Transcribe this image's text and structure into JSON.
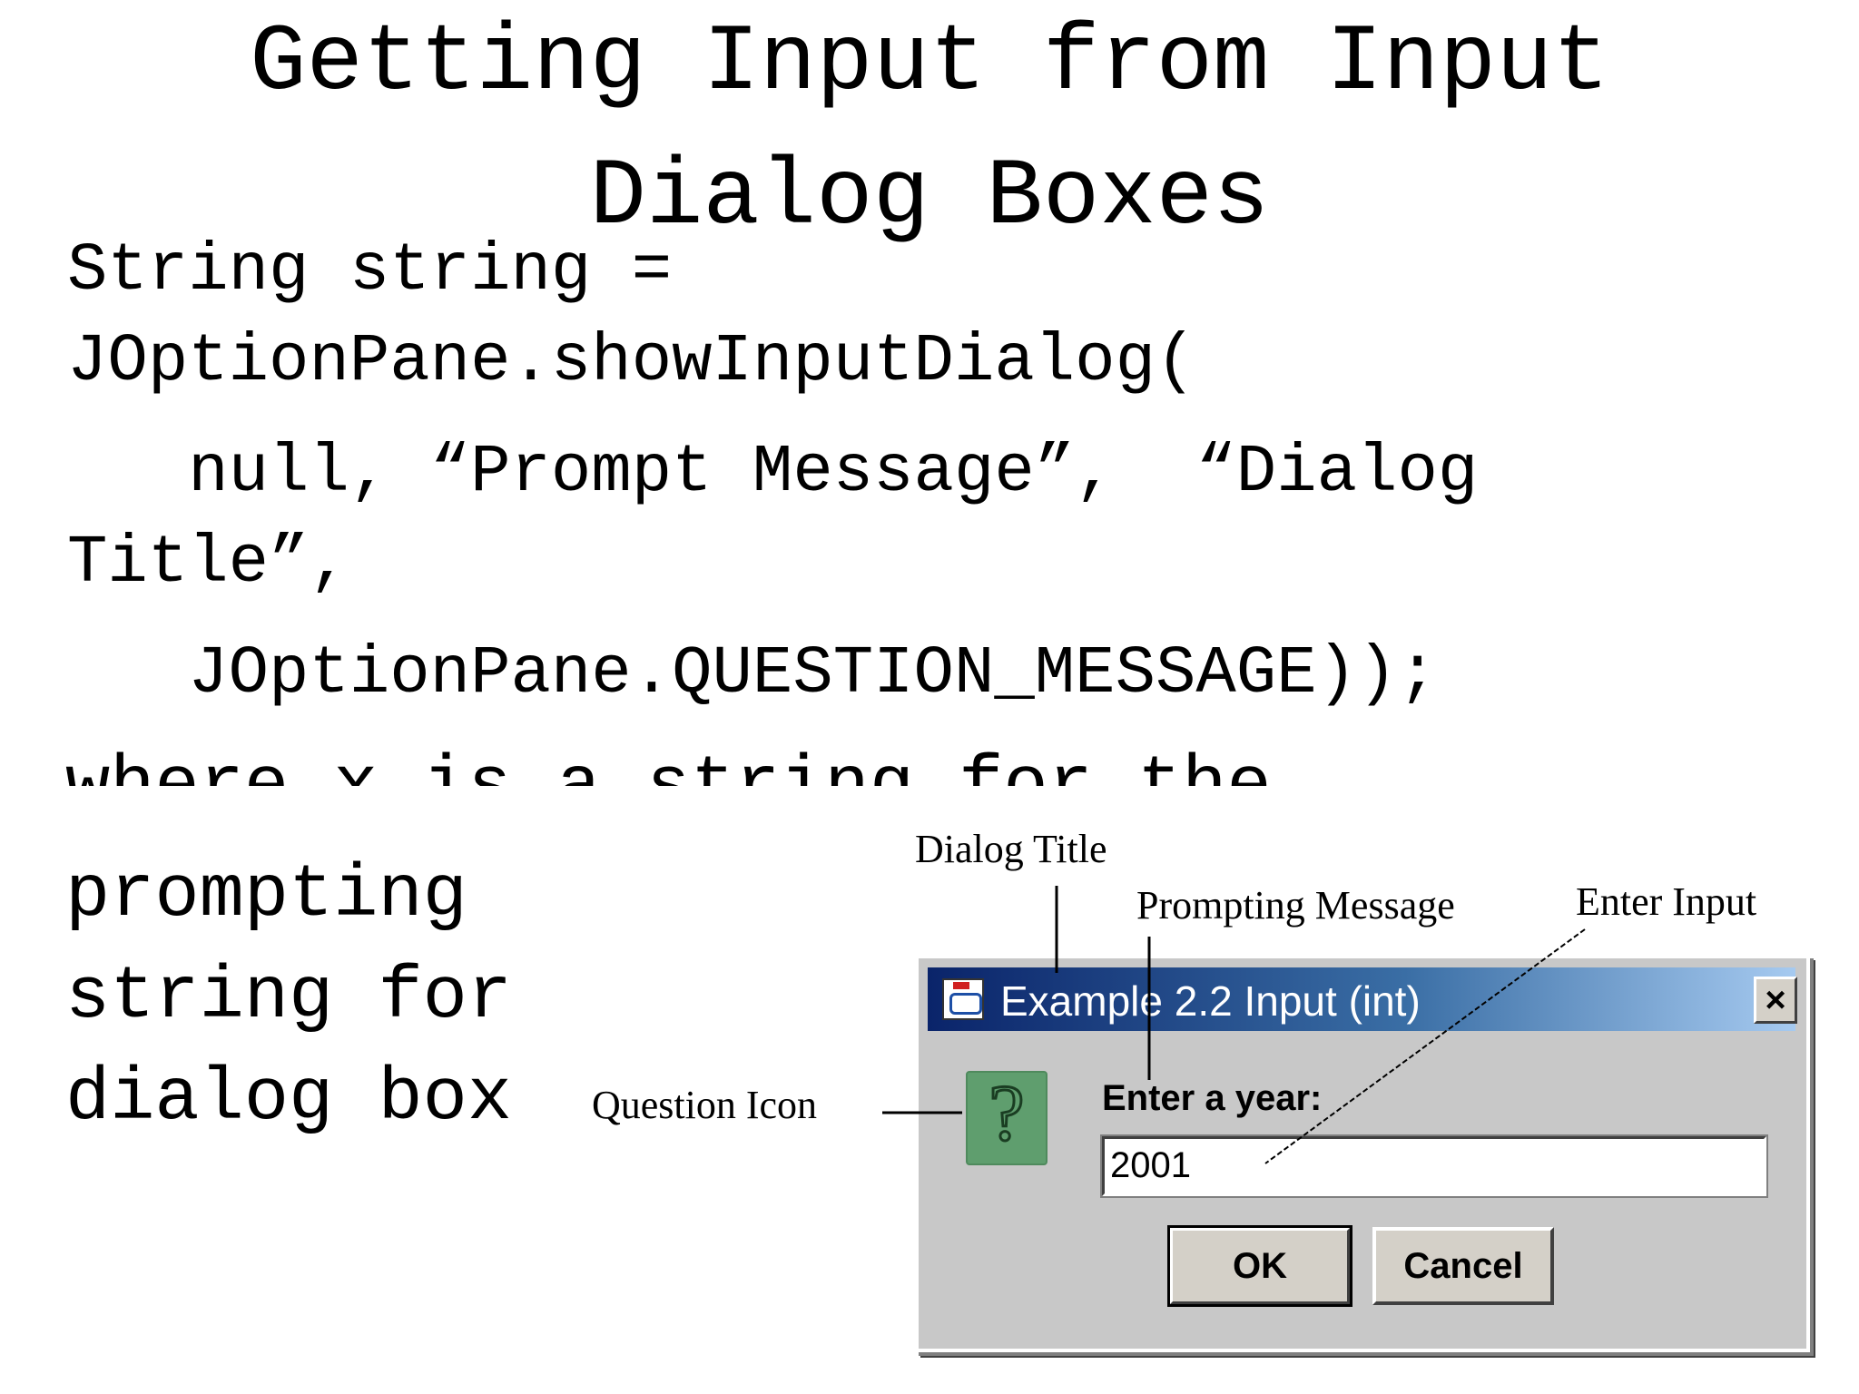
{
  "slide": {
    "title_line1": "Getting Input from Input",
    "title_line2": "Dialog Boxes",
    "code": {
      "line1": "String string =",
      "line2": "JOptionPane.showInputDialog(",
      "line3": "   null, “Prompt Message”,  “Dialog",
      "line4": "Title”,",
      "line5": "   JOptionPane.QUESTION_MESSAGE));"
    },
    "body": {
      "where": "where ",
      "x": "x",
      "rest": " is a string for the",
      "line2": "prompting",
      "line3": "string for",
      "line4": "dialog box"
    }
  },
  "callouts": {
    "dialog_title": "Dialog Title",
    "prompting_message": "Prompting Message",
    "enter_input": "Enter Input",
    "question_icon": "Question Icon"
  },
  "dialog": {
    "title": "Example 2.2 Input (int)",
    "close_label": "×",
    "prompt": "Enter a year:",
    "input_value": "2001",
    "ok_label": "OK",
    "cancel_label": "Cancel",
    "icon": "question-icon",
    "titlebar_colors": [
      "#0a246a",
      "#a6caf0"
    ]
  }
}
